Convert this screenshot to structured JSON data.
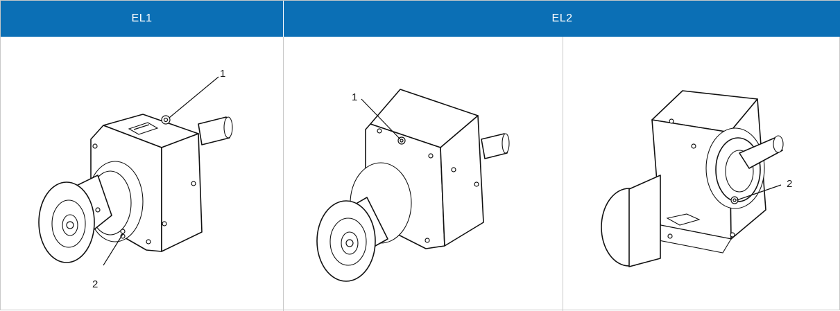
{
  "header": {
    "col_el1": "EL1",
    "col_el2": "EL2"
  },
  "figures": [
    {
      "name": "el1-gearbox",
      "callouts": [
        "1",
        "2"
      ]
    },
    {
      "name": "el2-gearbox-front",
      "callouts": [
        "1"
      ]
    },
    {
      "name": "el2-gearbox-rear",
      "callouts": [
        "2"
      ]
    }
  ],
  "colors": {
    "header_bg": "#0b6fb5",
    "header_text": "#ffffff",
    "grid": "#c8c8c8"
  }
}
